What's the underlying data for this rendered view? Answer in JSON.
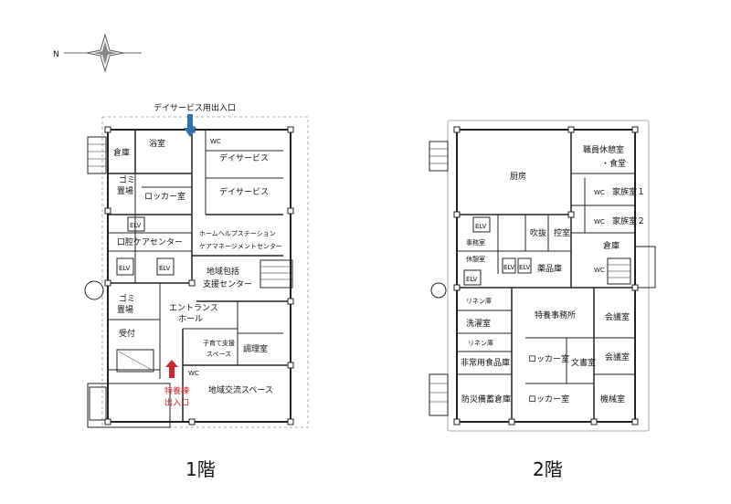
{
  "compass": {
    "letter": "N"
  },
  "floor1": {
    "label": "1階",
    "entrance_day": "デイサービス用出入口",
    "entrance_main_1": "特養棟",
    "entrance_main_2": "出入口",
    "rooms": {
      "storage": "倉庫",
      "bath": "浴室",
      "wc": "WC",
      "day1": "デイサービス",
      "day2": "デイサービス",
      "garbage": "ゴミ",
      "garbage2": "置場",
      "locker": "ロッカー室",
      "elv": "ELV",
      "oral": "口腔ケアセンター",
      "helper": "ホームヘルプステーション",
      "caremgr": "ケアマネージメントセンター",
      "community1": "地域包括",
      "community2": "支援センター",
      "hall1": "エントランス",
      "hall2": "ホール",
      "reception": "受付",
      "childcare1": "子育て支援",
      "childcare2": "スペース",
      "cooking": "調理室",
      "exchange": "地域交流スペース"
    }
  },
  "floor2": {
    "label": "2階",
    "rooms": {
      "kitchen": "厨房",
      "staff1": "職員休憩室",
      "staff2": "・食堂",
      "wc": "WC",
      "family1": "家族室１",
      "family2": "家族室２",
      "elv": "ELV",
      "office": "事務室",
      "rest": "休憩室",
      "fukinuke": "吹抜",
      "control": "控室",
      "storage": "倉庫",
      "pharmacy": "薬品庫",
      "linen": "リネン庫",
      "laundry": "洗濯室",
      "nursing": "特養事務所",
      "meeting1": "会議室",
      "meeting2": "会議室",
      "linen2": "リネン庫",
      "emergency_food": "非常用食品庫",
      "locker1": "ロッカー室",
      "docs": "文書室",
      "disaster": "防災備蓄倉庫",
      "locker2": "ロッカー室",
      "machine": "機械室"
    }
  }
}
